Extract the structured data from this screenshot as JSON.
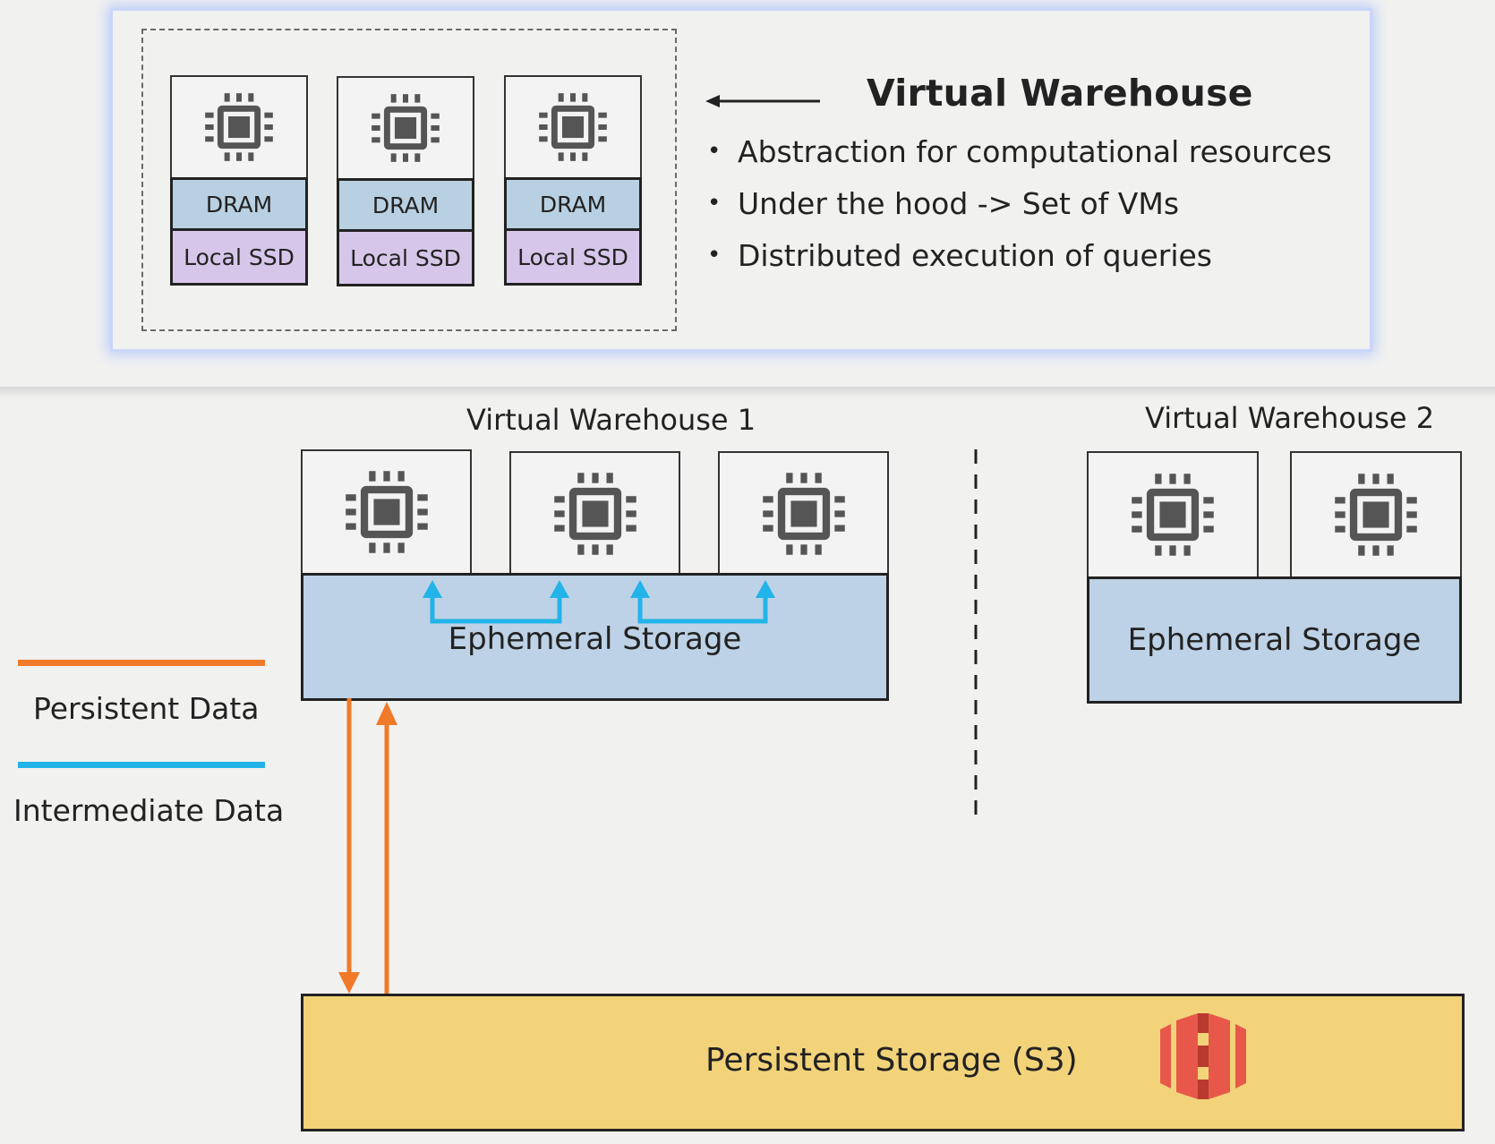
{
  "top_panel": {
    "title": "Virtual Warehouse",
    "bullets": [
      "Abstraction for computational resources",
      "Under the hood -> Set of VMs",
      "Distributed execution of queries"
    ],
    "nodes": [
      {
        "dram": "DRAM",
        "ssd": "Local SSD"
      },
      {
        "dram": "DRAM",
        "ssd": "Local SSD"
      },
      {
        "dram": "DRAM",
        "ssd": "Local SSD"
      }
    ]
  },
  "diagram": {
    "warehouse_1": {
      "label": "Virtual Warehouse 1",
      "storage": "Ephemeral Storage"
    },
    "warehouse_2": {
      "label": "Virtual Warehouse 2",
      "storage": "Ephemeral Storage"
    },
    "persistent_storage": "Persistent Storage (S3)",
    "legend": [
      {
        "label": "Persistent Data",
        "color": "#f07a2a"
      },
      {
        "label": "Intermediate Data",
        "color": "#22b4e8"
      }
    ]
  },
  "colors": {
    "ephemeral": "#bdd2e6",
    "persistent": "#f2d37a",
    "dram": "#b8d0e2",
    "ssd": "#d6c7ea",
    "s3_icon": "#e8584a"
  }
}
